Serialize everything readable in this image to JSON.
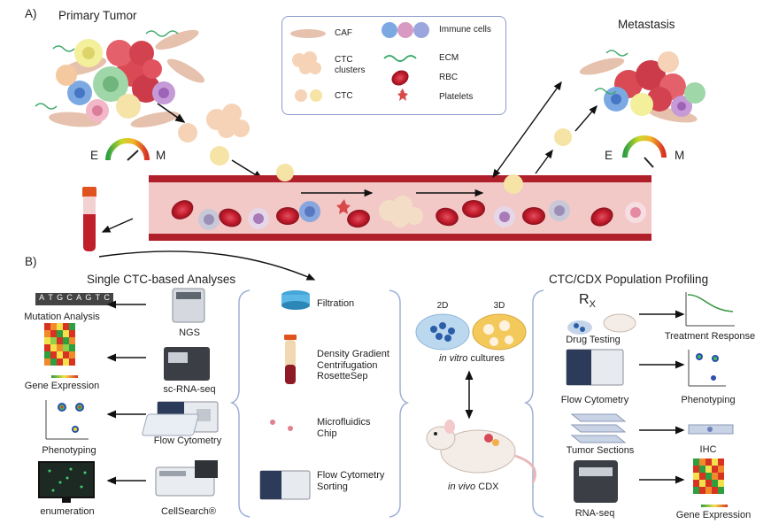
{
  "panel_a": {
    "label": "A)",
    "primary_tumor": "Primary Tumor",
    "metastasis": "Metastasis",
    "gauge_left": {
      "e": "E",
      "m": "M"
    },
    "gauge_right": {
      "e": "E",
      "m": "M"
    }
  },
  "legend": {
    "caf": "CAF",
    "ctc_clusters": "CTC\nclusters",
    "ctc": "CTC",
    "immune_cells": "Immune cells",
    "ecm": "ECM",
    "rbc": "RBC",
    "platelets": "Platelets"
  },
  "panel_b": {
    "label": "B)",
    "single_title": "Single CTC-based Analyses",
    "population_title": "CTC/CDX Population Profiling",
    "left_outputs": [
      "Mutation Analysis",
      "Gene Expression",
      "Phenotyping",
      "enumeration"
    ],
    "left_methods": [
      "NGS",
      "sc-RNA-seq",
      "Flow Cytometry",
      "CellSearch®"
    ],
    "isolation": [
      "Filtration",
      "Density Gradient\nCentrifugation\nRosetteSep",
      "Microfluidics\nChip",
      "Flow Cytometry\nSorting"
    ],
    "culture_2d": "2D",
    "culture_3d": "3D",
    "in_vitro_italic": "in vitro",
    "in_vitro_rest": " cultures",
    "in_vivo_italic": "in vivo",
    "in_vivo_rest": " CDX",
    "rx": "R",
    "rx_sub": "X",
    "right_methods": [
      "Drug Testing",
      "Flow Cytometry",
      "Tumor Sections",
      "RNA-seq"
    ],
    "right_outputs": [
      "Treatment Response",
      "Phenotyping",
      "IHC",
      "Gene Expression"
    ],
    "dna_letters": [
      "A",
      "T",
      "G",
      "C",
      "A",
      "G",
      "T",
      "C"
    ]
  },
  "colors": {
    "vessel": "#f2c9c6",
    "vessel_wall": "#b0202a",
    "rbc": "#c41c2c",
    "legend_border": "#8c9ac9",
    "bracket": "#9fb0d6"
  }
}
